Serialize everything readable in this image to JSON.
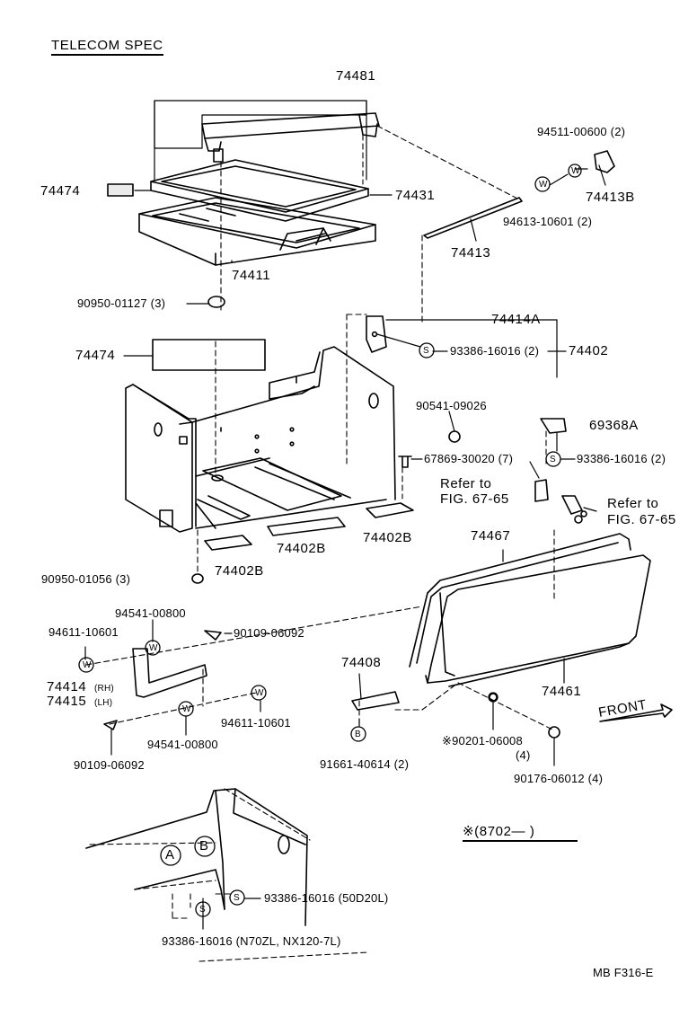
{
  "header": {
    "title": "TELECOM SPEC"
  },
  "parts": {
    "p74481": "74481",
    "p74474_top": "74474",
    "p74431": "74431",
    "p74411": "74411",
    "p94511": "94511-00600 (2)",
    "p74413B": "74413B",
    "p94613": "94613-10601 (2)",
    "p74413": "74413",
    "p90950_01127": "90950-01127 (3)",
    "p74414A": "74414A",
    "p74474_mid": "74474",
    "p93386_a": "93386-16016 (2)",
    "p74402": "74402",
    "p90541": "90541-09026",
    "p69368A": "69368A",
    "p67869": "67869-30020 (7)",
    "p93386_b": "93386-16016 (2)",
    "refer1_a": "Refer to",
    "refer1_b": "FIG. 67-65",
    "refer2_a": "Refer to",
    "refer2_b": "FIG. 67-65",
    "p74467": "74467",
    "p74402B_a": "74402B",
    "p74402B_b": "74402B",
    "p74402B_c": "74402B",
    "p90950_01056": "90950-01056 (3)",
    "p94541_top": "94541-00800",
    "p94611_top": "94611-10601",
    "p90109_top": "90109-06092",
    "p74408": "74408",
    "p74461": "74461",
    "p74414": "74414",
    "p74414_side": "(RH)",
    "p74415": "74415",
    "p74415_side": "(LH)",
    "p94611_bot": "94611-10601",
    "p94541_bot": "94541-00800",
    "p90109_bot": "90109-06092",
    "p91661": "91661-40614 (2)",
    "p90201": "※90201-06008",
    "p90201_qty": "(4)",
    "p90176": "90176-06012 (4)",
    "front": "FRONT",
    "p93386_50": "93386-16016 (50D20L)",
    "p93386_n70": "93386-16016 (N70ZL, NX120-7L)"
  },
  "callouts": {
    "A": "A",
    "B": "B",
    "W": "W",
    "S": "S"
  },
  "note": "※(8702—    )",
  "footer": {
    "code": "MB  F316-E"
  }
}
